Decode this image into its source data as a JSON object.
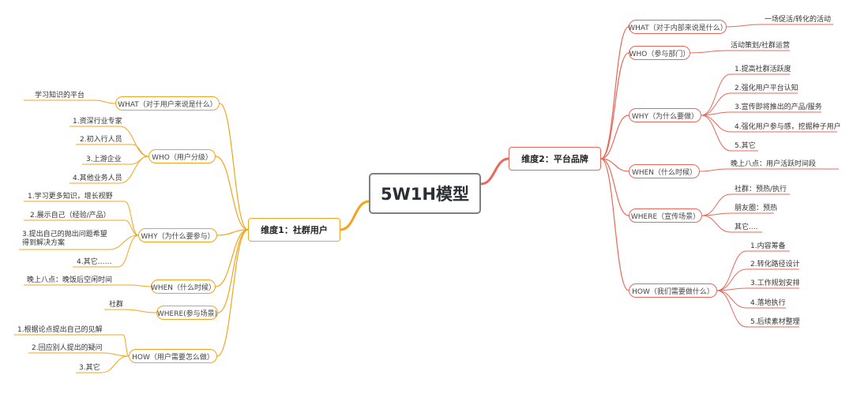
{
  "root": {
    "label": "5W1H模型"
  },
  "left_branch": {
    "label": "维度1：社群用户",
    "subs": [
      {
        "label": "WHAT（对于用户来说是什么）",
        "leaves": [
          "学习知识的平台"
        ]
      },
      {
        "label": "WHO（用户分级）",
        "leaves": [
          "1.资深行业专家",
          "2.初入行人员",
          "3.上游企业",
          "4.其他业务人员"
        ]
      },
      {
        "label": "WHY（为什么要参与）",
        "leaves": [
          "1.学习更多知识，增长视野",
          "2.展示自己（经验/产品）",
          "3.提出自己的抛出问题希望得到解决方案",
          "4.其它……"
        ]
      },
      {
        "label": "WHEN（什么时候）",
        "leaves": [
          "晚上八点：晚饭后空闲时间"
        ]
      },
      {
        "label": "WHERE(参与场景)",
        "leaves": [
          "社群"
        ]
      },
      {
        "label": "HOW（用户需要怎么做）",
        "leaves": [
          "1.根据论点提出自己的见解",
          "2.回应别人提出的疑问",
          "3.其它"
        ]
      }
    ]
  },
  "right_branch": {
    "label": "维度2：平台品牌",
    "subs": [
      {
        "label": "WHAT（对于内部来说是什么）",
        "leaves": [
          "一场促活/转化的活动"
        ]
      },
      {
        "label": "WHO（参与部门）",
        "leaves": [
          "活动策划/社群运营"
        ]
      },
      {
        "label": "WHY（为什么要做）",
        "leaves": [
          "1.提高社群活跃度",
          "2.强化用户平台认知",
          "3.宣传即将推出的产品/服务",
          "4.强化用户参与感，挖掘种子用户",
          "5.其它"
        ]
      },
      {
        "label": "WHEN（什么时候）",
        "leaves": [
          "晚上八点：用户活跃时间段"
        ]
      },
      {
        "label": "WHERE（宣传场景）",
        "leaves": [
          "社群：预热/执行",
          "朋友圈：预热",
          "其它...."
        ]
      },
      {
        "label": "HOW（我们需要做什么）",
        "leaves": [
          "1.内容筹备",
          "2.转化路径设计",
          "3.工作规划安排",
          "4.落地执行",
          "5.后续素材整理"
        ]
      }
    ]
  },
  "colors": {
    "left": "#f2a51c",
    "right": "#e8695b",
    "root_border": "#7a8288"
  }
}
